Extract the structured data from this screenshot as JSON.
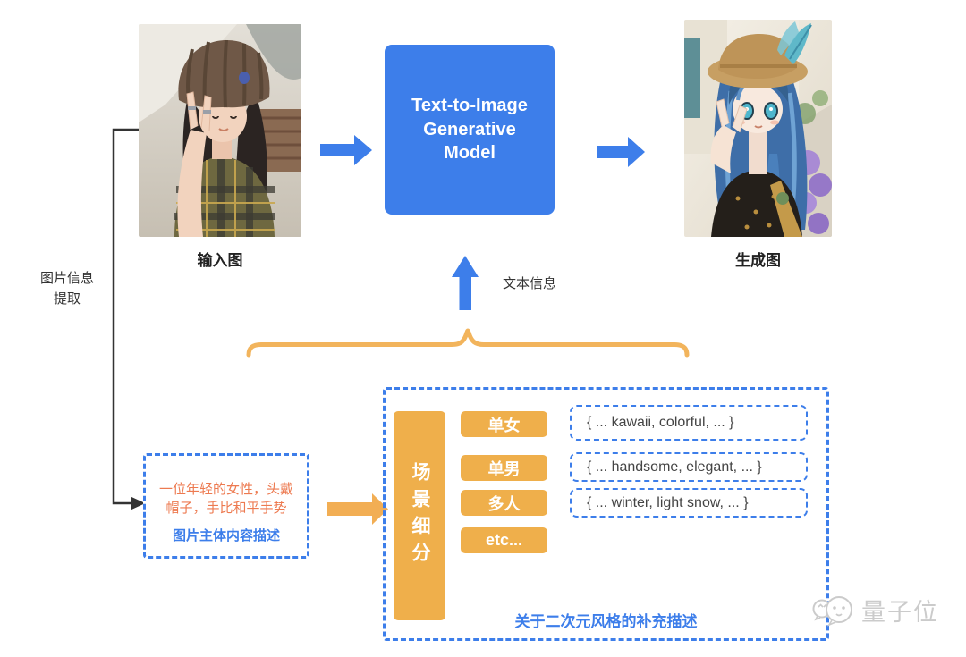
{
  "flow": {
    "input_label": "输入图",
    "output_label": "生成图",
    "model_label": "Text-to-Image Generative Model",
    "extract_label_line1": "图片信息",
    "extract_label_line2": "提取",
    "text_info_label": "文本信息"
  },
  "subject_box": {
    "description": "一位年轻的女性，头戴帽子，手比和平手势",
    "caption": "图片主体内容描述"
  },
  "scene_box": {
    "vertical_label": "场景细分",
    "categories": [
      "单女",
      "单男",
      "多人",
      "etc..."
    ],
    "style_tags": [
      "{ ... kawaii, colorful,  ... }",
      "{ ... handsome, elegant, ... }",
      "{ ... winter, light snow, ... }"
    ],
    "caption": "关于二次元风格的补充描述"
  },
  "watermark": {
    "text": "量子位"
  },
  "colors": {
    "blue": "#3D7EEA",
    "orange": "#EFAF4B",
    "orange_brace": "#F2B45C",
    "orange_text": "#ED7A50",
    "dark_text": "#333333",
    "watermark_gray": "#CBCBCB"
  }
}
